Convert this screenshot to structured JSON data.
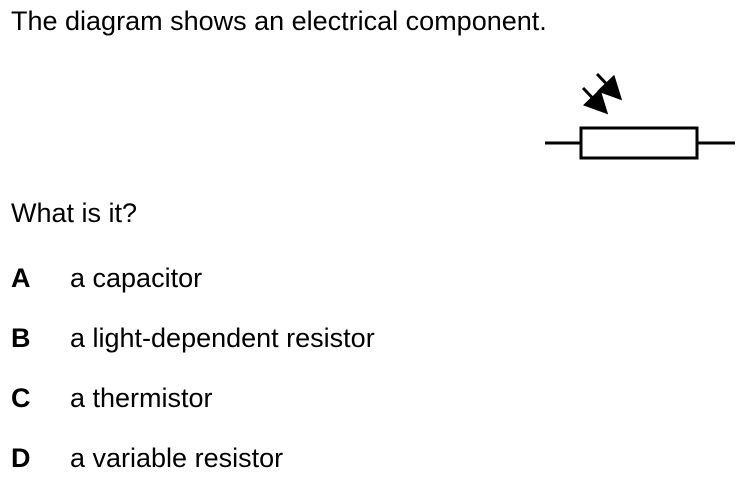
{
  "question": {
    "stem": "The diagram shows an electrical component.",
    "prompt": "What is it?"
  },
  "diagram": {
    "component_icon": "light-dependent-resistor-symbol"
  },
  "options": [
    {
      "letter": "A",
      "text": "a capacitor"
    },
    {
      "letter": "B",
      "text": "a light-dependent resistor"
    },
    {
      "letter": "C",
      "text": "a thermistor"
    },
    {
      "letter": "D",
      "text": "a variable resistor"
    }
  ]
}
